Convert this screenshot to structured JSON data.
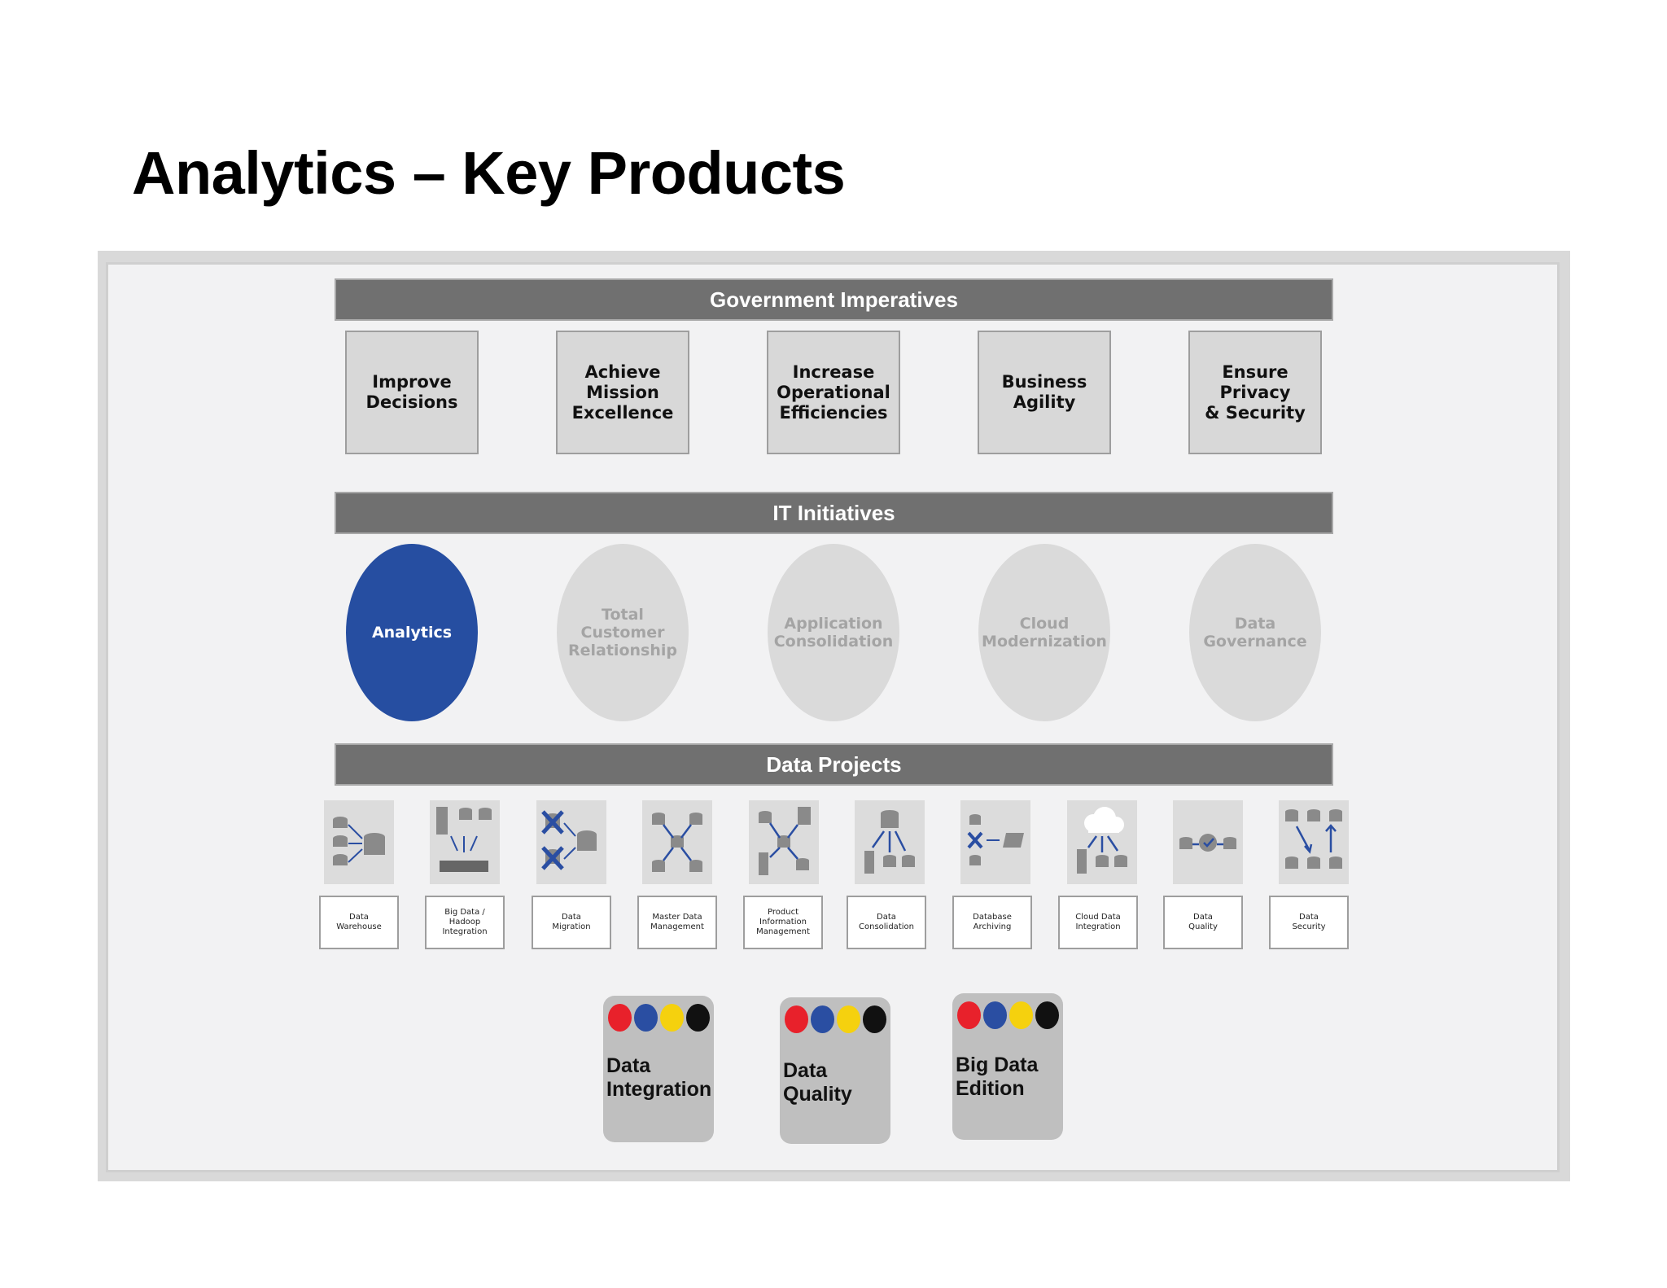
{
  "title": "Analytics – Key Products",
  "imperatives": {
    "header": "Government Imperatives",
    "items": [
      "Improve\nDecisions",
      "Achieve\nMission\nExcellence",
      "Increase\nOperational\nEfficiencies",
      "Business\nAgility",
      "Ensure\nPrivacy\n& Security"
    ]
  },
  "initiatives": {
    "header": "IT Initiatives",
    "items": [
      {
        "label": "Analytics",
        "active": true
      },
      {
        "label": "Total\nCustomer\nRelationship",
        "active": false
      },
      {
        "label": "Application\nConsolidation",
        "active": false
      },
      {
        "label": "Cloud\nModernization",
        "active": false
      },
      {
        "label": "Data\nGovernance",
        "active": false
      }
    ]
  },
  "projects": {
    "header": "Data Projects",
    "items": [
      {
        "label": "Data\nWarehouse",
        "icon": "data-warehouse-icon"
      },
      {
        "label": "Big Data /\nHadoop\nIntegration",
        "icon": "hadoop-icon"
      },
      {
        "label": "Data\nMigration",
        "icon": "data-migration-icon"
      },
      {
        "label": "Master Data\nManagement",
        "icon": "master-data-icon"
      },
      {
        "label": "Product\nInformation\nManagement",
        "icon": "product-information-icon"
      },
      {
        "label": "Data\nConsolidation",
        "icon": "data-consolidation-icon"
      },
      {
        "label": "Database\nArchiving",
        "icon": "database-archiving-icon"
      },
      {
        "label": "Cloud Data\nIntegration",
        "icon": "cloud-data-icon"
      },
      {
        "label": "Data\nQuality",
        "icon": "data-quality-icon"
      },
      {
        "label": "Data\nSecurity",
        "icon": "data-security-icon"
      }
    ]
  },
  "products": [
    {
      "name": "Data\nIntegration"
    },
    {
      "name": "Data\nQuality"
    },
    {
      "name": "Big Data\nEdition"
    }
  ],
  "colors": {
    "band": "#707070",
    "accent": "#264ea1",
    "dot_red": "#e8212b",
    "dot_blue": "#2a4ea2",
    "dot_yellow": "#f5d10e",
    "dot_black": "#111111"
  }
}
